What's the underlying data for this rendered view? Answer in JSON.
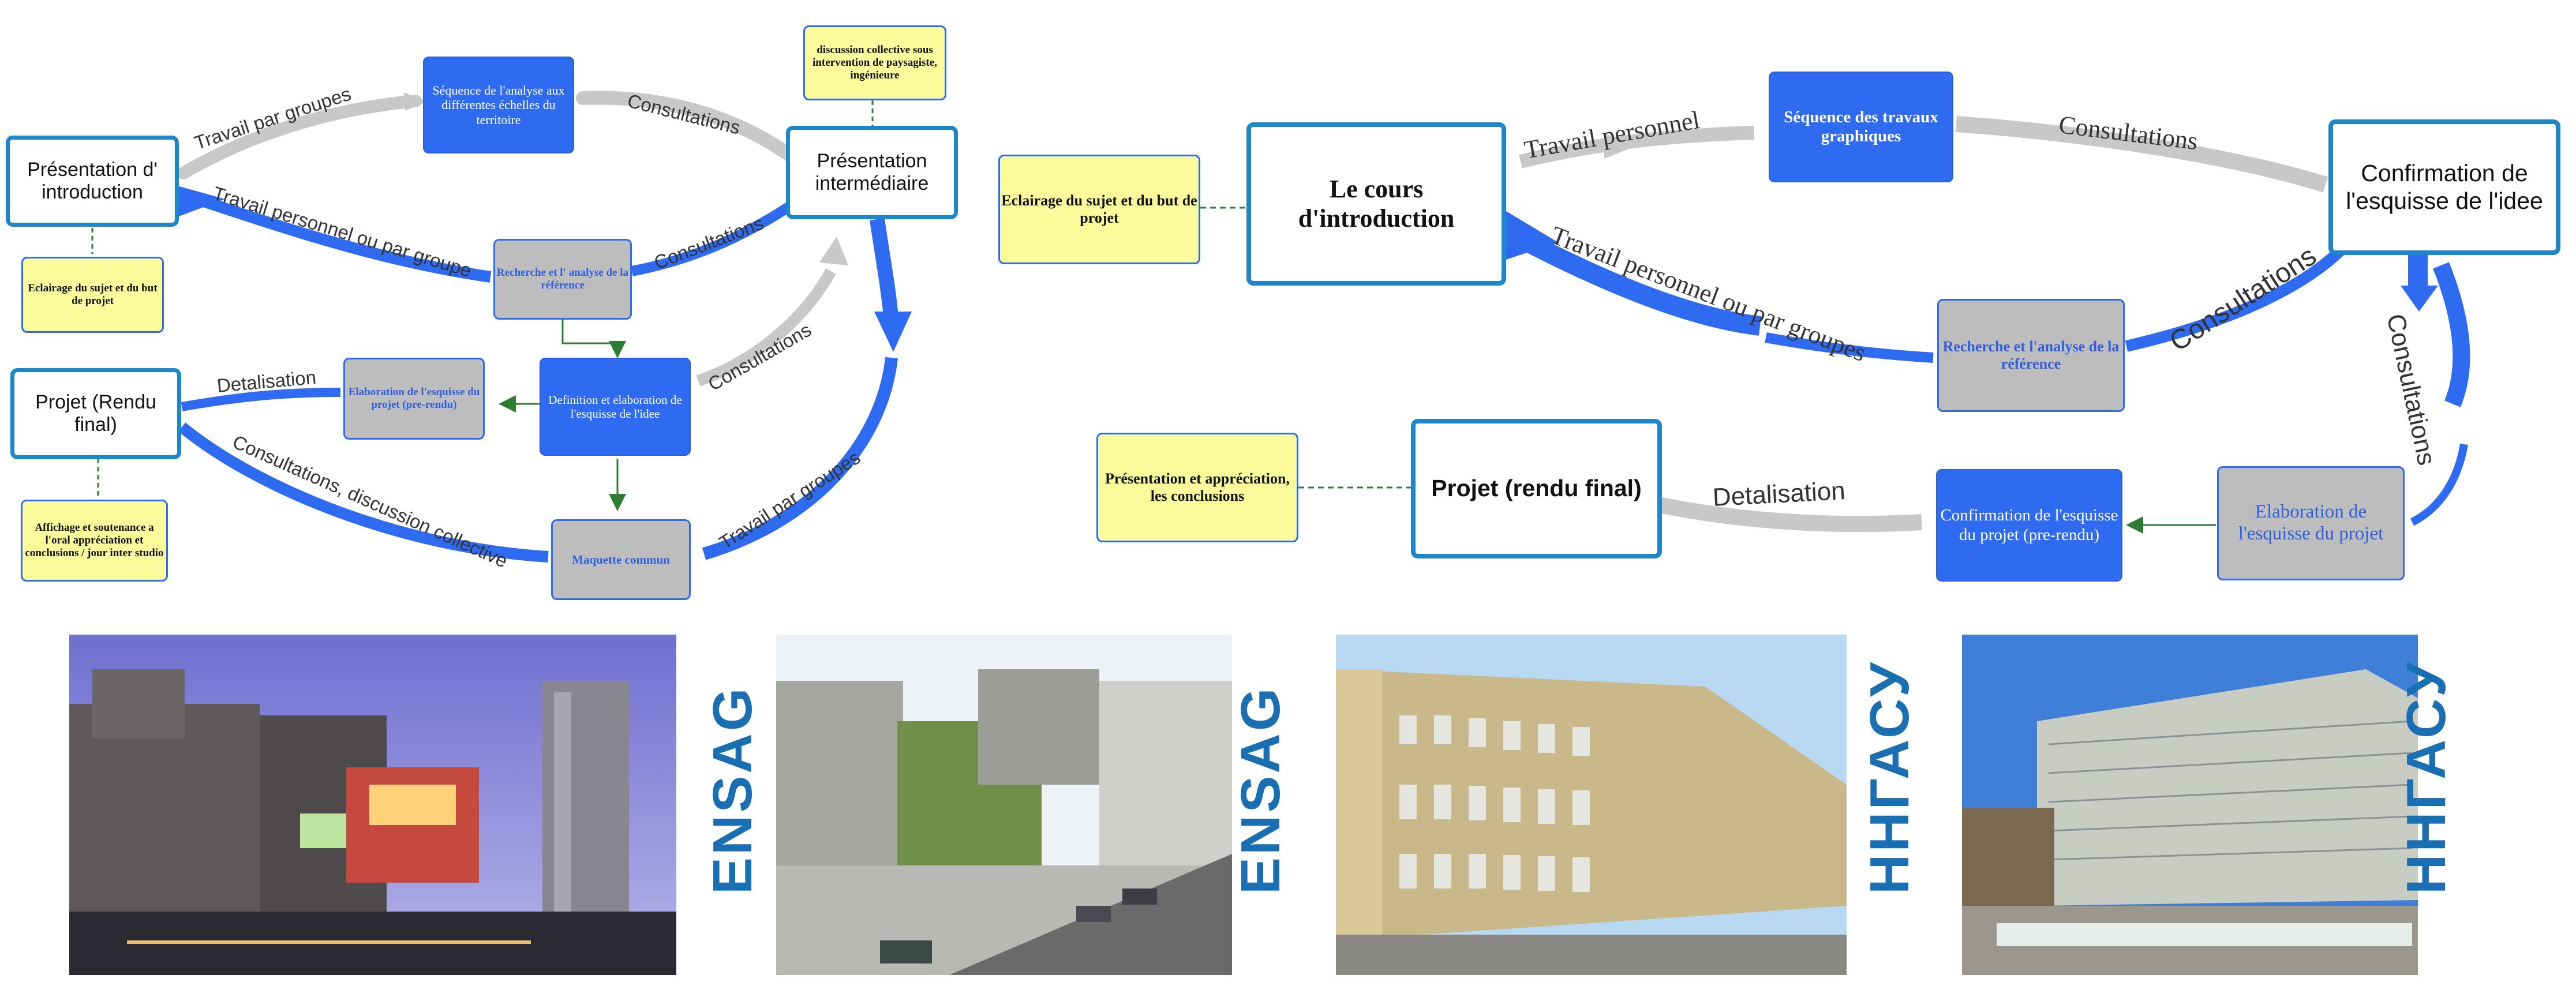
{
  "left": {
    "nodes": {
      "presentation_intro": "Présentation d' introduction",
      "sequence_analyse": "Séquence de l'analyse aux différentes échelles du territoire",
      "discussion_collective": "discussion collective sous intervention de paysagiste, ingénieure",
      "presentation_intermediaire": "Présentation intermédiaire",
      "eclairage": "Eclairage du sujet et du but de projet",
      "recherche": "Recherche et l' analyse de la référence",
      "definition": "Definition et elaboration de l'esquisse de l'idee",
      "elaboration": "Elaboration de l'esquisse du projet (pre-rendu)",
      "projet_rendu": "Projet (Rendu final)",
      "affichage": "Affichage et soutenance a l'oral appréciation et conclusions / jour inter studio",
      "maquette": "Maquette commun"
    },
    "labels": {
      "travail_groupes_top": "Travail par groupes",
      "consultations_top": "Consultations",
      "travail_perso_groupe": "Travail personnel ou par groupe",
      "consultations_mid": "Consultations",
      "consultations_low": "Consultations",
      "detalisation": "Detalisation",
      "consultations_discussion": "Consultations, discussion collective",
      "travail_groupes_bottom": "Travail par groupes"
    }
  },
  "right": {
    "nodes": {
      "eclairage": "Eclairage du sujet et du but de projet",
      "cours_intro": "Le cours d'introduction",
      "sequence_travaux": "Séquence des travaux graphiques",
      "confirmation_idee": "Confirmation de l'esquisse de l'idee",
      "recherche": "Recherche et l'analyse de la référence",
      "presentation_appreciation": "Présentation et appréciation, les conclusions",
      "projet_rendu_final": "Projet (rendu final)",
      "confirmation_projet": "Confirmation de l'esquisse du projet (pre-rendu)",
      "elaboration": "Elaboration de l'esquisse du projet"
    },
    "labels": {
      "travail_personnel": "Travail personnel",
      "consultations_top": "Consultations",
      "travail_perso_groupes": "Travail personnel ou par groupes",
      "consultations_mid": "Consultations",
      "consultations_vertical": "Consultations",
      "detalisation": "Detalisation"
    }
  },
  "photos": [
    {
      "school": "ENSAG"
    },
    {
      "school": "ENSAG"
    },
    {
      "school": "ННГАСУ"
    },
    {
      "school": "ННГАСУ"
    }
  ],
  "colors": {
    "accent_blue": "#2f6bf0",
    "border_blue": "#1f86c8",
    "gray_arrow": "#c8c8c8",
    "yellow_note": "#fbfb9c",
    "school_text": "#1a6fb3"
  }
}
